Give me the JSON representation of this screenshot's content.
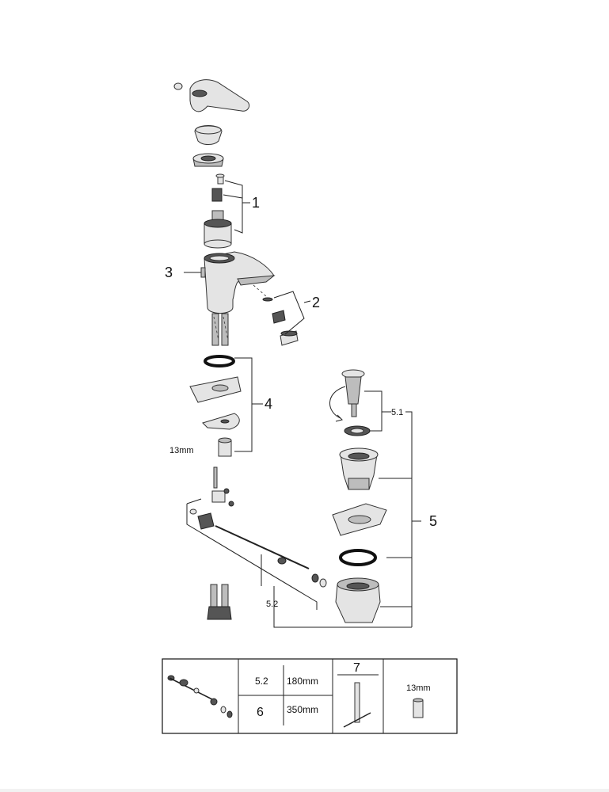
{
  "callouts": {
    "c1": "1",
    "c2": "2",
    "c3": "3",
    "c4": "4",
    "c5": "5",
    "c51": "5.1",
    "c52": "5.2",
    "size13": "13mm"
  },
  "table": {
    "row1_code": "5.2",
    "row1_len": "180mm",
    "row2_code": "6",
    "row2_len": "350mm",
    "col3_head": "7",
    "col4_size": "13mm"
  }
}
